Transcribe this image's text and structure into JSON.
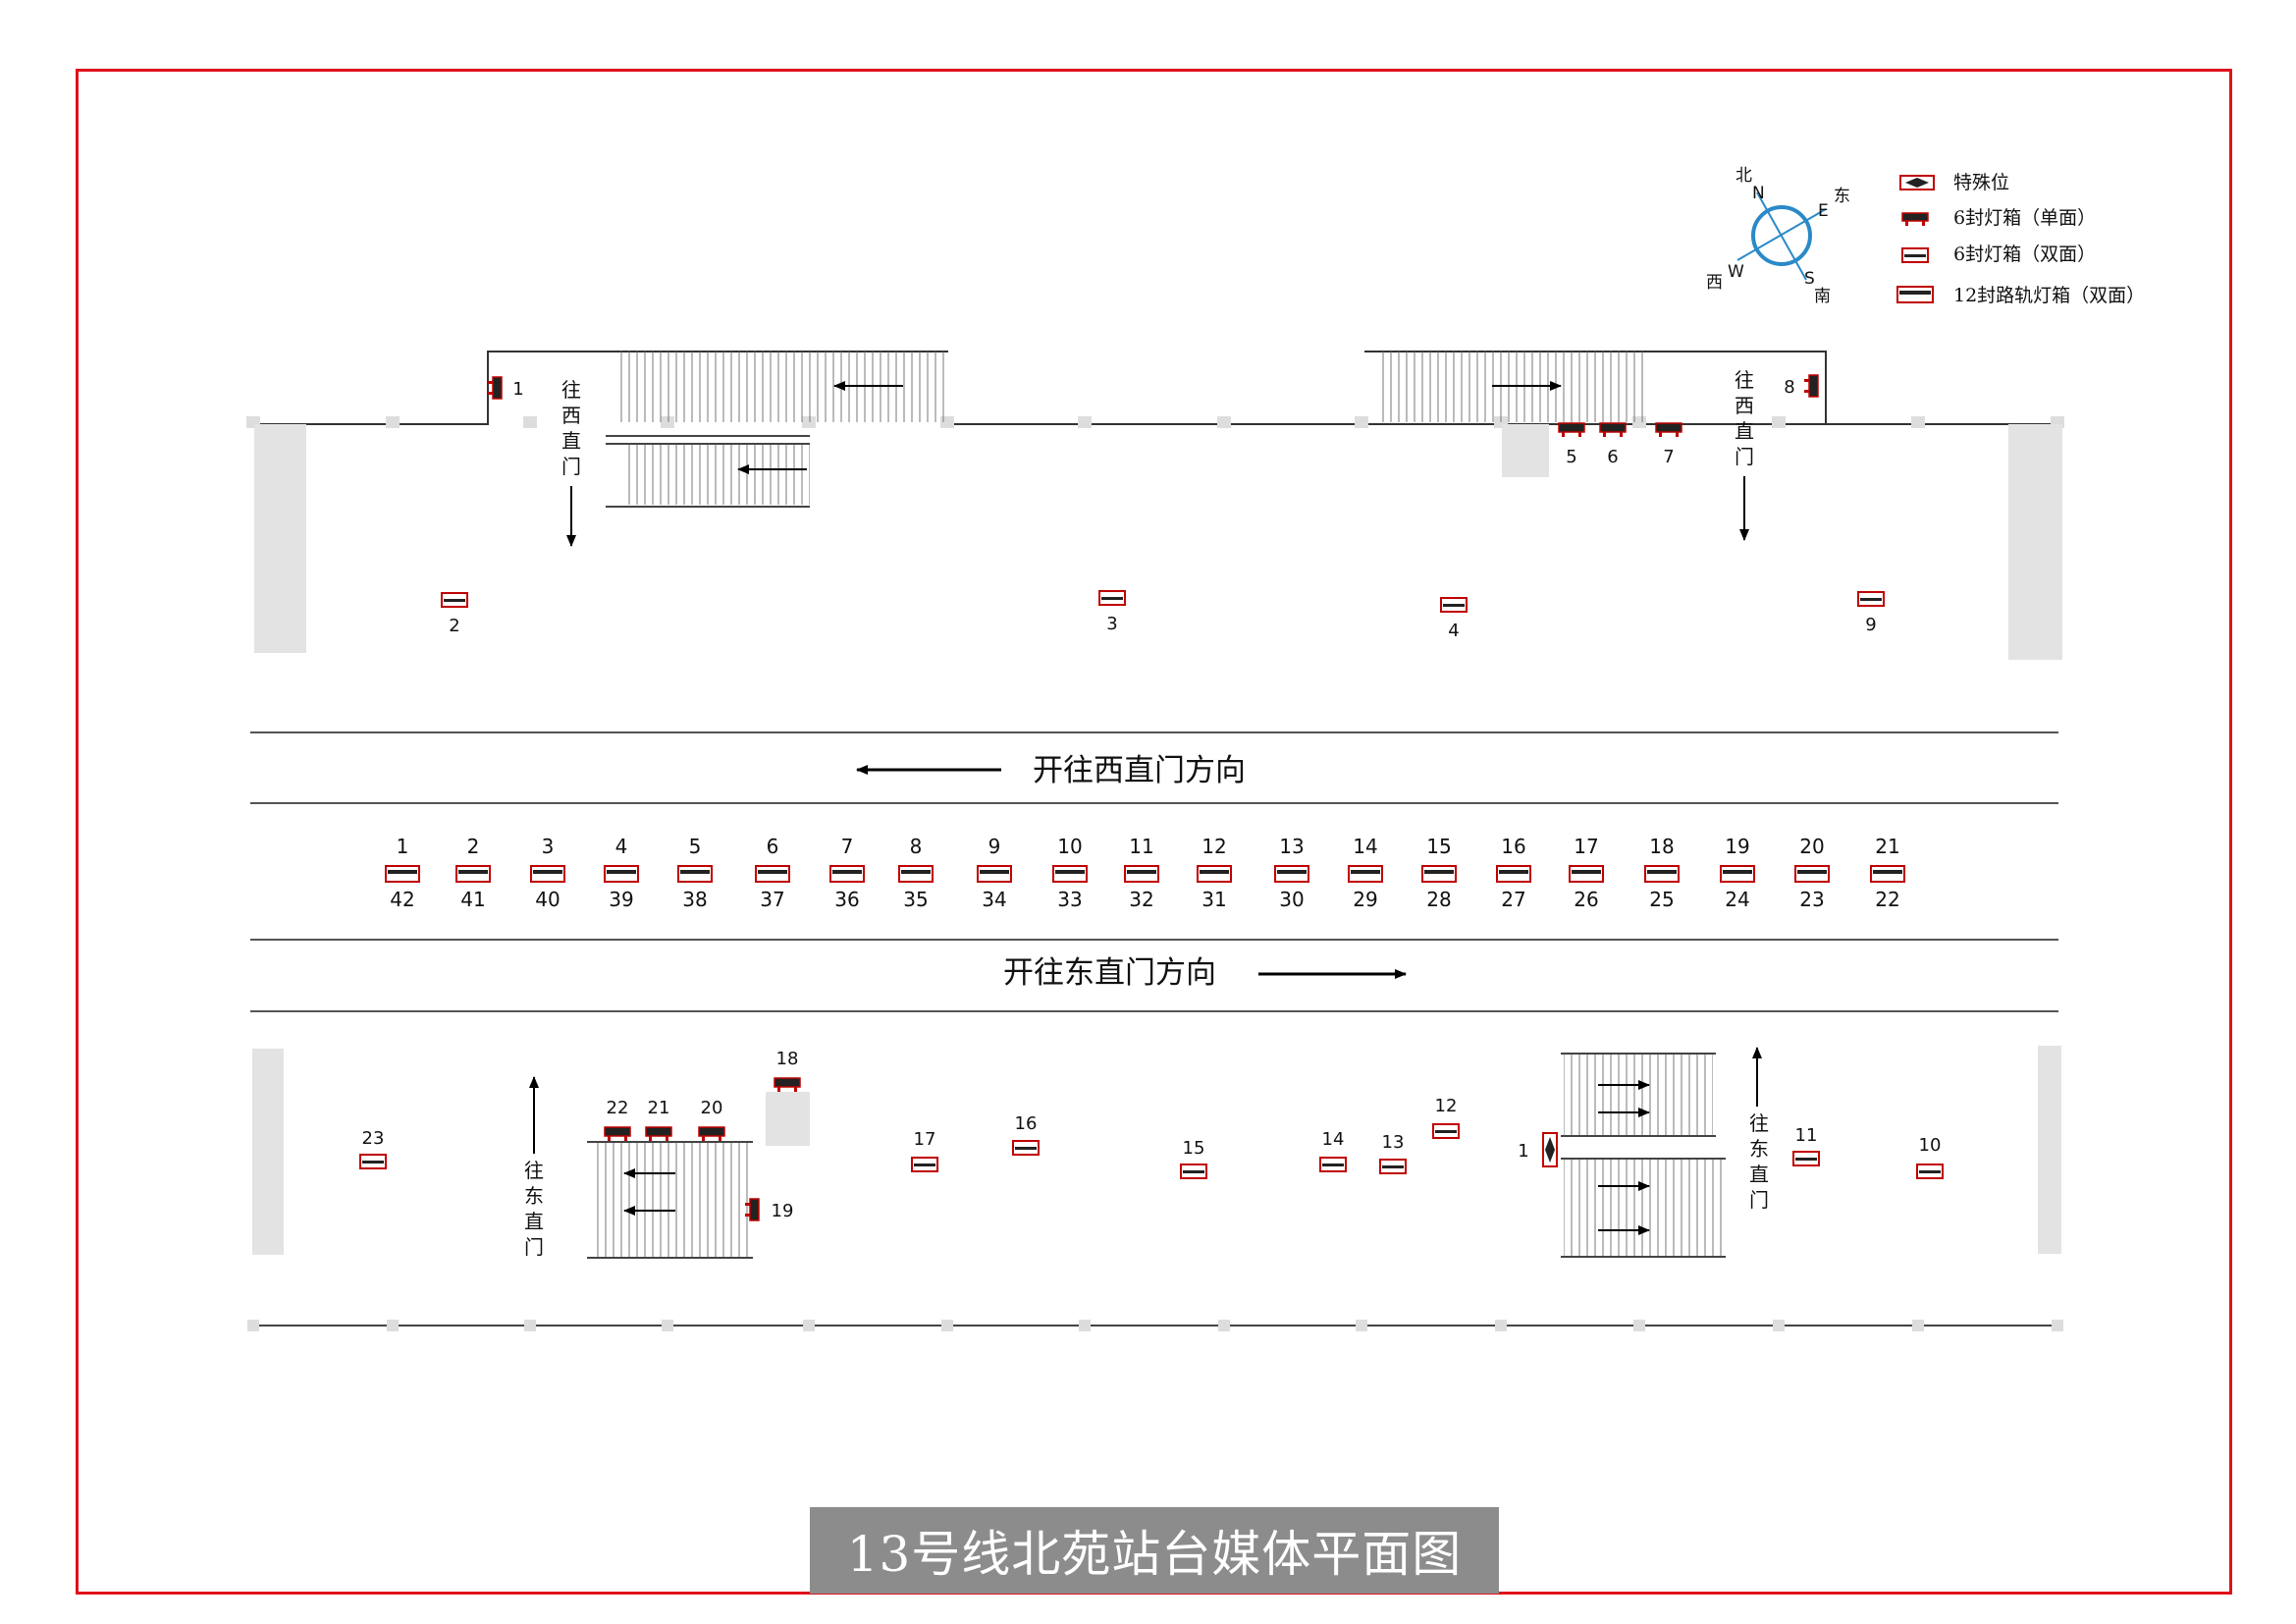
{
  "title": "13号线北苑站台媒体平面图",
  "colors": {
    "frame": "#e0121b",
    "box": "#c00000",
    "boxDark": "#222222",
    "pillar": "#e3e3e3",
    "compass": "#2a8ac8",
    "north": "#c0392b"
  },
  "compass": {
    "n": "N",
    "s": "S",
    "e": "E",
    "w": "W",
    "n_cn": "北",
    "s_cn": "南",
    "e_cn": "东",
    "w_cn": "西"
  },
  "legend": [
    {
      "icon": "special-icon",
      "label": "特殊位"
    },
    {
      "icon": "single-light-box-icon",
      "label": "6封灯箱（单面）"
    },
    {
      "icon": "double-light-box-icon",
      "label": "6封灯箱（双面）"
    },
    {
      "icon": "track-light-box-icon",
      "label": "12封路轨灯箱（双面）"
    }
  ],
  "directions": {
    "westbound": "开往西直门方向",
    "eastbound": "开往东直门方向"
  },
  "stair_labels": {
    "to_xizhimen": "往西直门",
    "to_dongzhimen": "往东直门"
  },
  "north_platform": {
    "wall_single": [
      "1",
      "8"
    ],
    "single": [
      "5",
      "6",
      "7"
    ],
    "double": [
      "2",
      "3",
      "4",
      "9"
    ]
  },
  "track_boxes": {
    "top": [
      "1",
      "2",
      "3",
      "4",
      "5",
      "6",
      "7",
      "8",
      "9",
      "10",
      "11",
      "12",
      "13",
      "14",
      "15",
      "16",
      "17",
      "18",
      "19",
      "20",
      "21"
    ],
    "bottom": [
      "42",
      "41",
      "40",
      "39",
      "38",
      "37",
      "36",
      "35",
      "34",
      "33",
      "32",
      "31",
      "30",
      "29",
      "28",
      "27",
      "26",
      "25",
      "24",
      "23",
      "22"
    ]
  },
  "south_platform": {
    "single": [
      "18",
      "22",
      "21",
      "20"
    ],
    "wall_single": [
      "19"
    ],
    "double": [
      "23",
      "17",
      "16",
      "15",
      "14",
      "13",
      "12",
      "11",
      "10"
    ],
    "special": [
      "1"
    ]
  }
}
